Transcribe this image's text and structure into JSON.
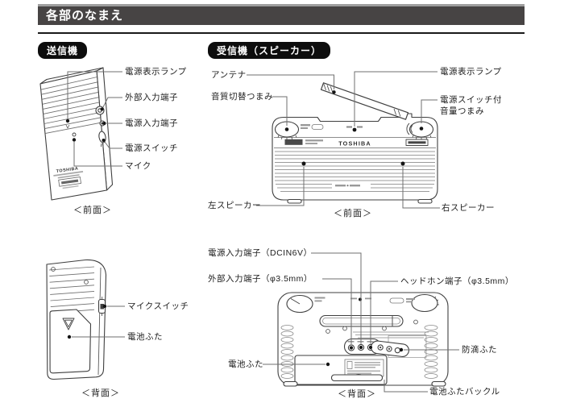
{
  "header": {
    "title": "各部のなまえ"
  },
  "badges": {
    "transmitter": "送信機",
    "receiver": "受信機（スピーカー）"
  },
  "transmitter_front": {
    "caption": "＜前面＞",
    "brand": "TOSHIBA",
    "labels": {
      "power_lamp": "電源表示ランプ",
      "ext_input": "外部入力端子",
      "power_input": "電源入力端子",
      "power_switch": "電源スイッチ",
      "mic": "マイク"
    }
  },
  "transmitter_back": {
    "caption": "＜背面＞",
    "labels": {
      "mic_switch": "マイクスイッチ",
      "battery_cover": "電池ふた"
    }
  },
  "receiver_front": {
    "caption": "＜前面＞",
    "brand": "TOSHIBA",
    "labels": {
      "antenna": "アンテナ",
      "tone_knob": "音質切替つまみ",
      "power_lamp": "電源表示ランプ",
      "volume_knob_1": "電源スイッチ付",
      "volume_knob_2": "音量つまみ",
      "left_speaker": "左スピーカー",
      "right_speaker": "右スピーカー"
    }
  },
  "receiver_back": {
    "caption": "＜背面＞",
    "labels": {
      "power_input": "電源入力端子（DCIN6V）",
      "ext_input": "外部入力端子（φ3.5mm）",
      "headphone": "ヘッドホン端子（φ3.5mm）",
      "drip_cover": "防滴ふた",
      "battery_cover": "電池ふた",
      "battery_buckle": "電池ふたバックル"
    }
  },
  "colors": {
    "header_bg": "#474444",
    "badge_bg": "#0d0d0d",
    "line": "#3f3f3f"
  }
}
